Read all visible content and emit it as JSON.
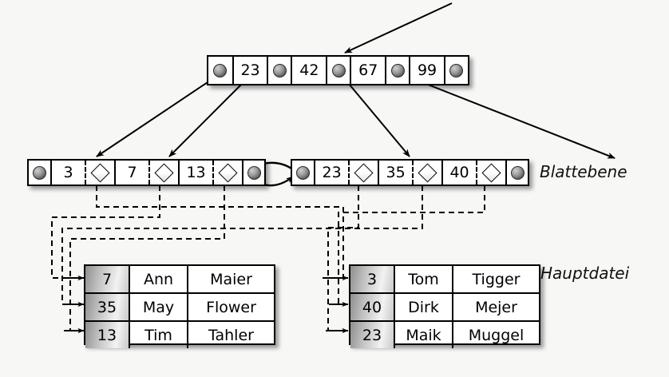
{
  "diagram": {
    "title": "B+ Baum mit Blattebene und Hauptdatei",
    "background_color": "#f7f7f5",
    "line_color": "#000000"
  },
  "root_node": {
    "name": "root-index-node",
    "cells": [
      {
        "type": "pointer",
        "label": "pointer"
      },
      {
        "type": "key",
        "label": "23"
      },
      {
        "type": "pointer",
        "label": "pointer"
      },
      {
        "type": "key",
        "label": "42"
      },
      {
        "type": "pointer",
        "label": "pointer"
      },
      {
        "type": "key",
        "label": "67"
      },
      {
        "type": "pointer",
        "label": "pointer"
      },
      {
        "type": "key",
        "label": "99"
      },
      {
        "type": "pointer",
        "label": "pointer"
      }
    ]
  },
  "leaf_left": {
    "name": "leaf-node-left",
    "cells": [
      {
        "type": "pointer",
        "label": "prev-pointer"
      },
      {
        "type": "key",
        "label": "3"
      },
      {
        "type": "diamond",
        "label": "record-pointer"
      },
      {
        "type": "key",
        "label": "7"
      },
      {
        "type": "diamond",
        "label": "record-pointer"
      },
      {
        "type": "key",
        "label": "13"
      },
      {
        "type": "diamond",
        "label": "record-pointer"
      },
      {
        "type": "pointer",
        "label": "next-pointer"
      }
    ]
  },
  "leaf_right": {
    "name": "leaf-node-right",
    "cells": [
      {
        "type": "pointer",
        "label": "prev-pointer"
      },
      {
        "type": "key",
        "label": "23"
      },
      {
        "type": "diamond",
        "label": "record-pointer"
      },
      {
        "type": "key",
        "label": "35"
      },
      {
        "type": "diamond",
        "label": "record-pointer"
      },
      {
        "type": "key",
        "label": "40"
      },
      {
        "type": "diamond",
        "label": "record-pointer"
      },
      {
        "type": "pointer",
        "label": "next-pointer"
      }
    ]
  },
  "labels": {
    "leaf_level": "Blattebene",
    "main_file": "Hauptdatei"
  },
  "table_left": {
    "name": "main-file-table-left",
    "rows": [
      {
        "key": "7",
        "first": "Ann",
        "last": "Maier"
      },
      {
        "key": "35",
        "first": "May",
        "last": "Flower"
      },
      {
        "key": "13",
        "first": "Tim",
        "last": "Tahler"
      }
    ]
  },
  "table_right": {
    "name": "main-file-table-right",
    "rows": [
      {
        "key": "3",
        "first": "Tom",
        "last": "Tigger"
      },
      {
        "key": "40",
        "first": "Dirk",
        "last": "Mejer"
      },
      {
        "key": "23",
        "first": "Maik",
        "last": "Muggel"
      }
    ]
  },
  "connections": {
    "incoming_root_arrow": "arrow-into-root",
    "root_to_leaf_left": "arrow-root-to-leaf-left",
    "root_to_leaf_right": "arrow-root-to-leaf-right",
    "root_to_far_right": "arrow-root-to-offpage-right",
    "leaf_sibling_links": "bidirectional-leaf-chain",
    "record_links": "dashed-record-pointer-links"
  }
}
